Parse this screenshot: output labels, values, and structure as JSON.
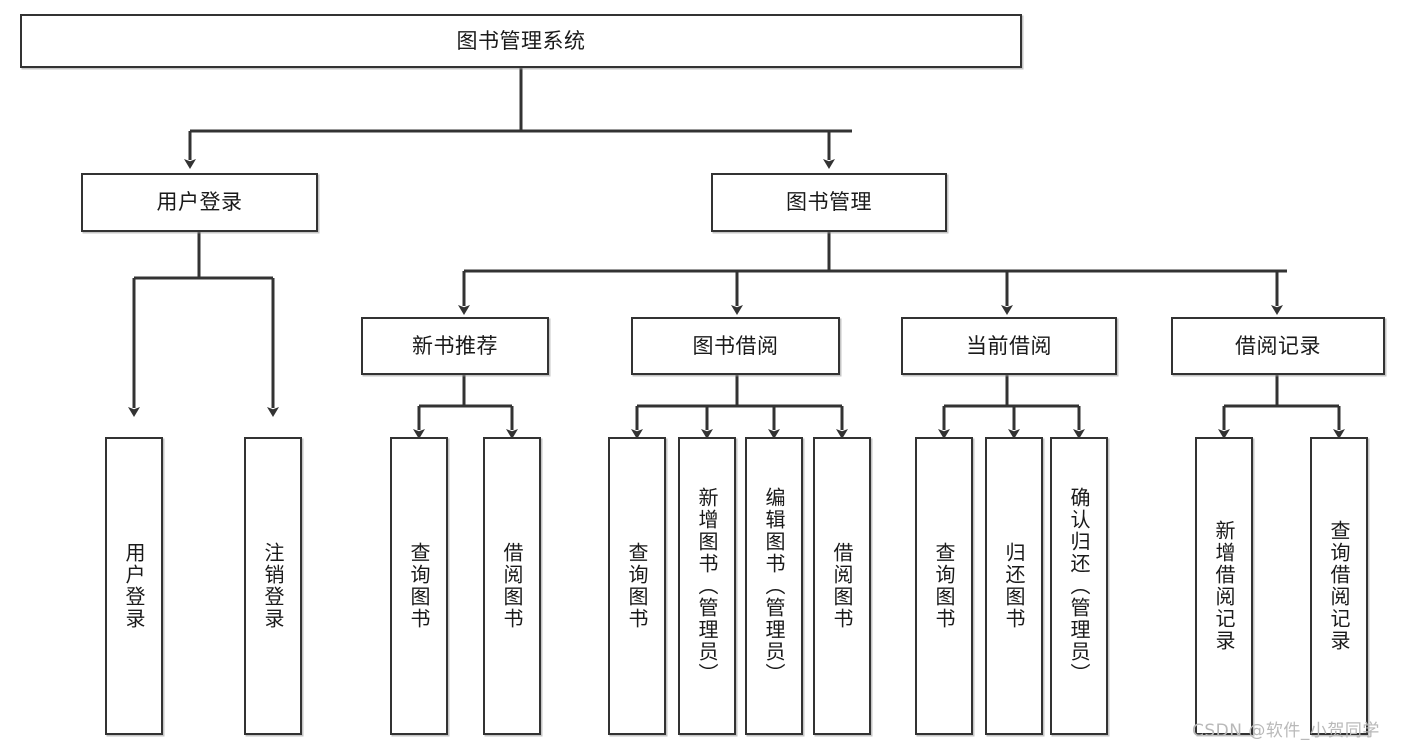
{
  "diagram": {
    "type": "tree-hierarchy",
    "title": "图书管理系统",
    "orientation": "top-down",
    "root": {
      "id": "root",
      "label": "图书管理系统",
      "text_direction": "horizontal"
    },
    "level2": [
      {
        "id": "user-login",
        "label": "用户登录",
        "text_direction": "horizontal"
      },
      {
        "id": "book-management",
        "label": "图书管理",
        "text_direction": "horizontal"
      }
    ],
    "level3": [
      {
        "id": "new-book-recommend",
        "label": "新书推荐",
        "parent": "book-management",
        "text_direction": "horizontal"
      },
      {
        "id": "book-borrow",
        "label": "图书借阅",
        "parent": "book-management",
        "text_direction": "horizontal"
      },
      {
        "id": "current-borrow",
        "label": "当前借阅",
        "parent": "book-management",
        "text_direction": "horizontal"
      },
      {
        "id": "borrow-record",
        "label": "借阅记录",
        "parent": "book-management",
        "text_direction": "horizontal"
      }
    ],
    "leaves": [
      {
        "id": "leaf-user-login",
        "label": "用户登录",
        "parent": "user-login",
        "text_direction": "vertical"
      },
      {
        "id": "leaf-logout",
        "label": "注销登录",
        "parent": "user-login",
        "text_direction": "vertical"
      },
      {
        "id": "leaf-query-book-1",
        "label": "查询图书",
        "parent": "new-book-recommend",
        "text_direction": "vertical"
      },
      {
        "id": "leaf-borrow-book-1",
        "label": "借阅图书",
        "parent": "new-book-recommend",
        "text_direction": "vertical"
      },
      {
        "id": "leaf-query-book-2",
        "label": "查询图书",
        "parent": "book-borrow",
        "text_direction": "vertical"
      },
      {
        "id": "leaf-add-book",
        "label": "新增图书（管理员）",
        "parent": "book-borrow",
        "text_direction": "vertical"
      },
      {
        "id": "leaf-edit-book",
        "label": "编辑图书（管理员）",
        "parent": "book-borrow",
        "text_direction": "vertical"
      },
      {
        "id": "leaf-borrow-book-2",
        "label": "借阅图书",
        "parent": "book-borrow",
        "text_direction": "vertical"
      },
      {
        "id": "leaf-query-book-3",
        "label": "查询图书",
        "parent": "current-borrow",
        "text_direction": "vertical"
      },
      {
        "id": "leaf-return-book",
        "label": "归还图书",
        "parent": "current-borrow",
        "text_direction": "vertical"
      },
      {
        "id": "leaf-confirm-return",
        "label": "确认归还（管理员）",
        "parent": "current-borrow",
        "text_direction": "vertical"
      },
      {
        "id": "leaf-add-record",
        "label": "新增借阅记录",
        "parent": "borrow-record",
        "text_direction": "vertical"
      },
      {
        "id": "leaf-query-record",
        "label": "查询借阅记录",
        "parent": "borrow-record",
        "text_direction": "vertical"
      }
    ],
    "colors": {
      "border": "#333333",
      "fill": "#ffffff",
      "connector": "#333333",
      "text": "#1a1a1a",
      "watermark": "#b9b9b9"
    }
  },
  "watermark": {
    "text": "CSDN @软件_小贺同学"
  }
}
